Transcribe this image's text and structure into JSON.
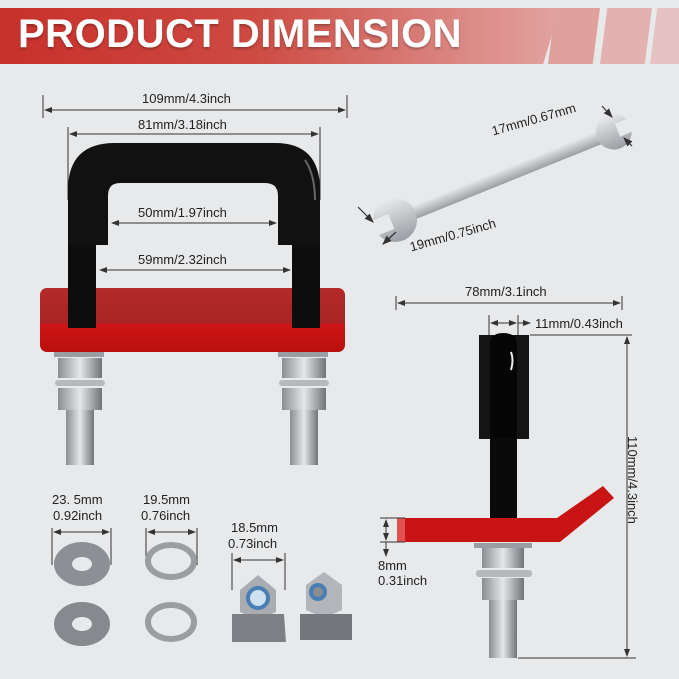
{
  "header": {
    "title": "PRODUCT DIMENSION",
    "colors": {
      "banner_start": "#c8302b",
      "banner_end": "#e2a3a0",
      "background": "#e8e9eb"
    }
  },
  "front_view": {
    "outer_width": "109mm/4.3inch",
    "bracket_width": "81mm/3.18inch",
    "inner_width": "50mm/1.97inch",
    "leg_spacing": "59mm/2.32inch"
  },
  "wrench": {
    "small_end": "17mm/0.67mm",
    "large_end": "19mm/0.75inch"
  },
  "side_view": {
    "overall_depth": "78mm/3.1inch",
    "rod_thickness": "11mm/0.43inch",
    "overall_height": "110mm/4.3inch",
    "plate_thickness_mm": "8mm",
    "plate_thickness_in": "0.31inch"
  },
  "hardware": {
    "flat_washer_mm": "23. 5mm",
    "flat_washer_in": "0.92inch",
    "lock_washer_mm": "19.5mm",
    "lock_washer_in": "0.76inch",
    "lock_nut_mm": "18.5mm",
    "lock_nut_in": "0.73inch"
  }
}
